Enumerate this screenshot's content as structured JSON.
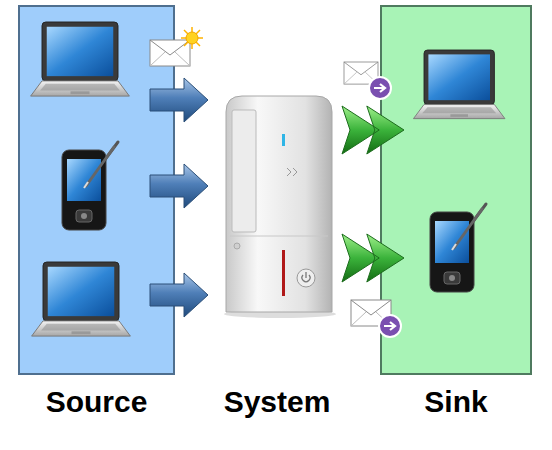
{
  "diagram": {
    "nodes": [
      {
        "text": [
          "Source"
        ]
      },
      {
        "text": [
          "System"
        ]
      },
      {
        "text": [
          "Sink"
        ]
      }
    ],
    "edges": [
      {
        "from": 0,
        "to": 1,
        "arrow": "to"
      },
      {
        "from": 0,
        "to": 1,
        "arrow": "to"
      },
      {
        "from": 0,
        "to": 1,
        "arrow": "to"
      },
      {
        "from": 1,
        "to": 2,
        "arrow": "to"
      },
      {
        "from": 1,
        "to": 2,
        "arrow": "to"
      }
    ]
  }
}
